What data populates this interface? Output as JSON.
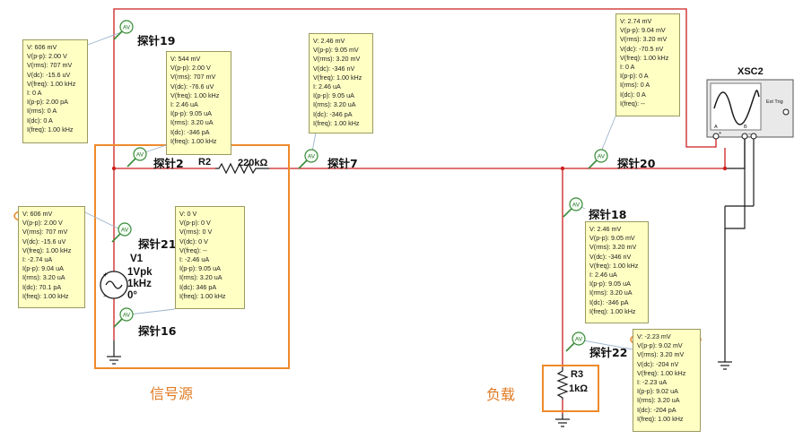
{
  "colors": {
    "wire": "#cc1f1f",
    "ground_wire": "#1a1a1a",
    "probe_fill": "#ffffc4",
    "highlight": "#ee8a2a",
    "section_text": "#e07a22"
  },
  "sections": {
    "source_label": "信号源",
    "load_label": "负载"
  },
  "components": {
    "r2": {
      "name": "R2",
      "value": "220kΩ"
    },
    "r3": {
      "name": "R3",
      "value": "1kΩ"
    },
    "v1": {
      "name": "V1",
      "amplitude": "1Vpk",
      "frequency": "1kHz",
      "phase": "0°"
    },
    "scope": {
      "name": "XSC2",
      "ext_trig": "Ext Trig",
      "channel_a": "A",
      "channel_b": "B",
      "plus": "+",
      "minus": "_"
    }
  },
  "probe_labels": {
    "p19": "探针19",
    "p2": "探针2",
    "p7": "探针7",
    "p20": "探针20",
    "p21": "探针21",
    "p16": "探针16",
    "p18": "探针18",
    "p22": "探针22",
    "probe_symbol": "AV"
  },
  "probe_boxes": {
    "p19": [
      "V: 606 mV",
      "V(p-p): 2.00 V",
      "V(rms): 707 mV",
      "V(dc): -15.6 uV",
      "V(freq): 1.00 kHz",
      "I: 0 A",
      "I(p-p): 2.00 pA",
      "I(rms): 0 A",
      "I(dc): 0 A",
      "I(freq): 1.00 kHz"
    ],
    "p2": [
      "V: 544 mV",
      "V(p-p): 2.00 V",
      "V(rms): 707 mV",
      "V(dc): -76.6 uV",
      "V(freq): 1.00 kHz",
      "I: 2.46 uA",
      "I(p-p): 9.05 uA",
      "I(rms): 3.20 uA",
      "I(dc): -346 pA",
      "I(freq): 1.00 kHz"
    ],
    "p7": [
      "V: 2.46 mV",
      "V(p-p): 9.05 mV",
      "V(rms): 3.20 mV",
      "V(dc): -346 nV",
      "V(freq): 1.00 kHz",
      "I: 2.46 uA",
      "I(p-p): 9.05 uA",
      "I(rms): 3.20 uA",
      "I(dc): -346 pA",
      "I(freq): 1.00 kHz"
    ],
    "p20": [
      "V: 2.74 mV",
      "V(p-p): 9.04 mV",
      "V(rms): 3.20 mV",
      "V(dc): -70.5 nV",
      "V(freq): 1.00 kHz",
      "I: 0 A",
      "I(p-p): 0 A",
      "I(rms): 0 A",
      "I(dc): 0 A",
      "I(freq): --"
    ],
    "p21": [
      "V: 606 mV",
      "V(p-p): 2.00 V",
      "V(rms): 707 mV",
      "V(dc): -15.6 uV",
      "V(freq): 1.00 kHz",
      "I: -2.74 uA",
      "I(p-p): 9.04 uA",
      "I(rms): 3.20 uA",
      "I(dc): 70.1 pA",
      "I(freq): 1.00 kHz"
    ],
    "p16": [
      "V: 0 V",
      "V(p-p): 0 V",
      "V(rms): 0 V",
      "V(dc): 0 V",
      "V(freq): --",
      "I: -2.46 uA",
      "I(p-p): 9.05 uA",
      "I(rms): 3.20 uA",
      "I(dc): 346 pA",
      "I(freq): 1.00 kHz"
    ],
    "p18": [
      "V: 2.46 mV",
      "V(p-p): 9.05 mV",
      "V(rms): 3.20 mV",
      "V(dc): -346 nV",
      "V(freq): 1.00 kHz",
      "I: 2.46 uA",
      "I(p-p): 9.05 uA",
      "I(rms): 3.20 uA",
      "I(dc): -346 pA",
      "I(freq): 1.00 kHz"
    ],
    "p22": [
      "V: -2.23 mV",
      "V(p-p): 9.02 mV",
      "V(rms): 3.20 mV",
      "V(dc): -204 nV",
      "V(freq): 1.00 kHz",
      "I: -2.23 uA",
      "I(p-p): 9.02 uA",
      "I(rms): 3.20 uA",
      "I(dc): -204 pA",
      "I(freq): 1.00 kHz"
    ]
  }
}
